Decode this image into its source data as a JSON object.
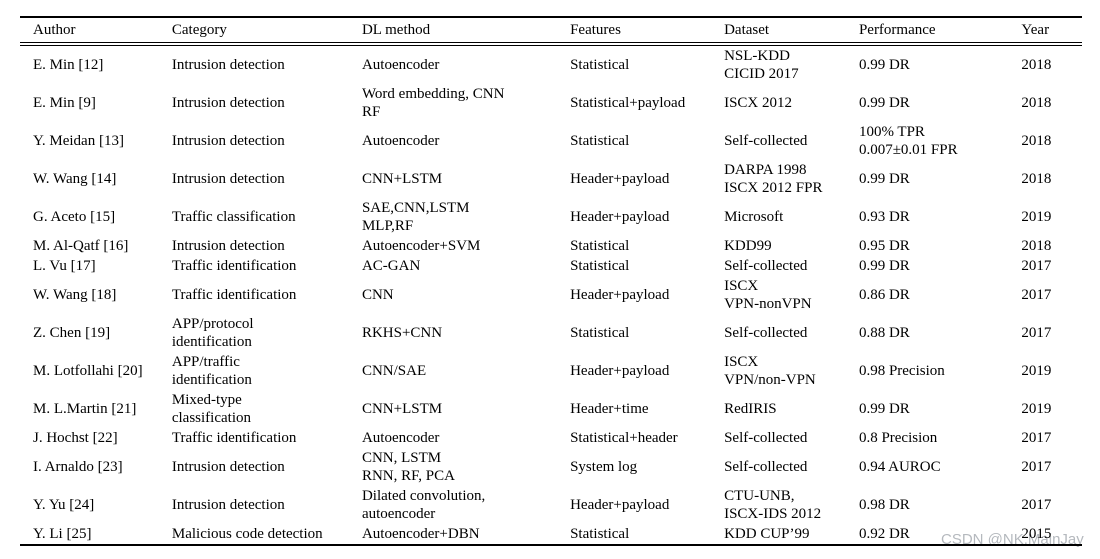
{
  "table": {
    "columns": [
      "Author",
      "Category",
      "DL method",
      "Features",
      "Dataset",
      "Performance",
      "Year"
    ],
    "rows": [
      [
        "E. Min [12]",
        "Intrusion detection",
        "Autoencoder",
        "Statistical",
        "NSL-KDD\nCICID 2017",
        "0.99 DR",
        "2018"
      ],
      [
        "E. Min [9]",
        "Intrusion detection",
        "Word embedding, CNN\nRF",
        "Statistical+payload",
        "ISCX 2012",
        "0.99 DR",
        "2018"
      ],
      [
        "Y. Meidan [13]",
        "Intrusion detection",
        "Autoencoder",
        "Statistical",
        "Self-collected",
        "100% TPR\n0.007±0.01 FPR",
        "2018"
      ],
      [
        "W. Wang [14]",
        "Intrusion detection",
        "CNN+LSTM",
        "Header+payload",
        "DARPA 1998\nISCX 2012 FPR",
        "0.99 DR",
        "2018"
      ],
      [
        "G. Aceto [15]",
        "Traffic classification",
        "SAE,CNN,LSTM\nMLP,RF",
        "Header+payload",
        "Microsoft",
        "0.93 DR",
        "2019"
      ],
      [
        "M. Al-Qatf [16]",
        "Intrusion detection",
        "Autoencoder+SVM",
        "Statistical",
        "KDD99",
        "0.95 DR",
        "2018"
      ],
      [
        "L. Vu [17]",
        "Traffic identification",
        "AC-GAN",
        "Statistical",
        "Self-collected",
        "0.99 DR",
        "2017"
      ],
      [
        "W. Wang [18]",
        "Traffic identification",
        "CNN",
        "Header+payload",
        "ISCX\nVPN-nonVPN",
        "0.86 DR",
        "2017"
      ],
      [
        "Z. Chen [19]",
        "APP/protocol\nidentification",
        "RKHS+CNN",
        "Statistical",
        "Self-collected",
        "0.88 DR",
        "2017"
      ],
      [
        "M. Lotfollahi [20]",
        "APP/traffic\nidentification",
        "CNN/SAE",
        "Header+payload",
        "ISCX\nVPN/non-VPN",
        "0.98 Precision",
        "2019"
      ],
      [
        "M. L.Martin [21]",
        "Mixed-type\nclassification",
        "CNN+LSTM",
        "Header+time",
        "RedIRIS",
        "0.99 DR",
        "2019"
      ],
      [
        "J. Hochst [22]",
        "Traffic identification",
        "Autoencoder",
        "Statistical+header",
        "Self-collected",
        "0.8 Precision",
        "2017"
      ],
      [
        "I. Arnaldo [23]",
        "Intrusion detection",
        "CNN, LSTM\nRNN, RF, PCA",
        "System log",
        "Self-collected",
        "0.94 AUROC",
        "2017"
      ],
      [
        "Y. Yu [24]",
        "Intrusion detection",
        "Dilated convolution,\nautoencoder",
        "Header+payload",
        "CTU-UNB,\nISCX-IDS 2012",
        "0.98 DR",
        "2017"
      ],
      [
        "Y. Li [25]",
        "Malicious code detection",
        "Autoencoder+DBN",
        "Statistical",
        "KDD CUP’99",
        "0.92 DR",
        "2015"
      ]
    ]
  },
  "watermark": {
    "text": "CSDN @NK.MainJay",
    "color": "#b5b9be"
  }
}
